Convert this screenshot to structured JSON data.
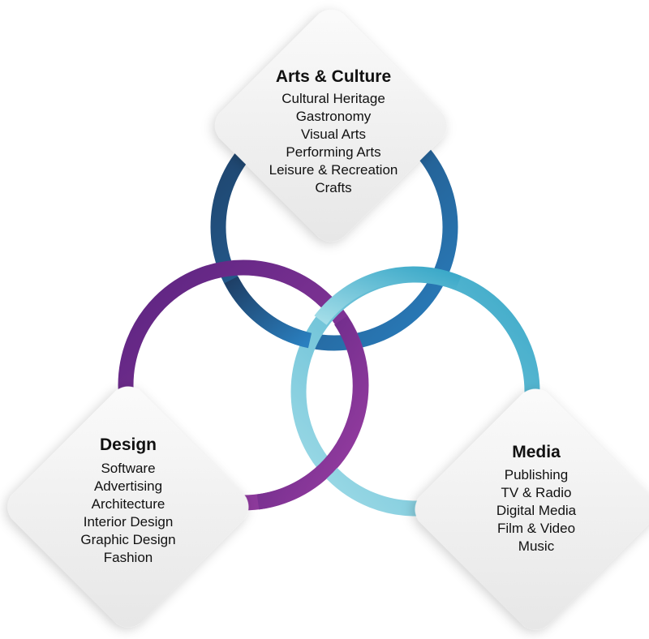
{
  "colors": {
    "arts_ring_dark": "#1e3f66",
    "arts_ring_light": "#2a7fbf",
    "design_ring_dark": "#5a2380",
    "design_ring_light": "#9b3fa3",
    "media_ring_dark": "#3aa8c8",
    "media_ring_light": "#a3dde8",
    "diamond_fill": "#f1f1f1",
    "text": "#111111"
  },
  "categories": [
    {
      "id": "arts",
      "title": "Arts & Culture",
      "items": [
        "Cultural Heritage",
        "Gastronomy",
        "Visual Arts",
        "Performing Arts",
        "Leisure & Recreation",
        "Crafts"
      ]
    },
    {
      "id": "design",
      "title": "Design",
      "items": [
        "Software",
        "Advertising",
        "Architecture",
        "Interior Design",
        "Graphic Design",
        "Fashion"
      ]
    },
    {
      "id": "media",
      "title": "Media",
      "items": [
        "Publishing",
        "TV & Radio",
        "Digital Media",
        "Film & Video",
        "Music"
      ]
    }
  ]
}
